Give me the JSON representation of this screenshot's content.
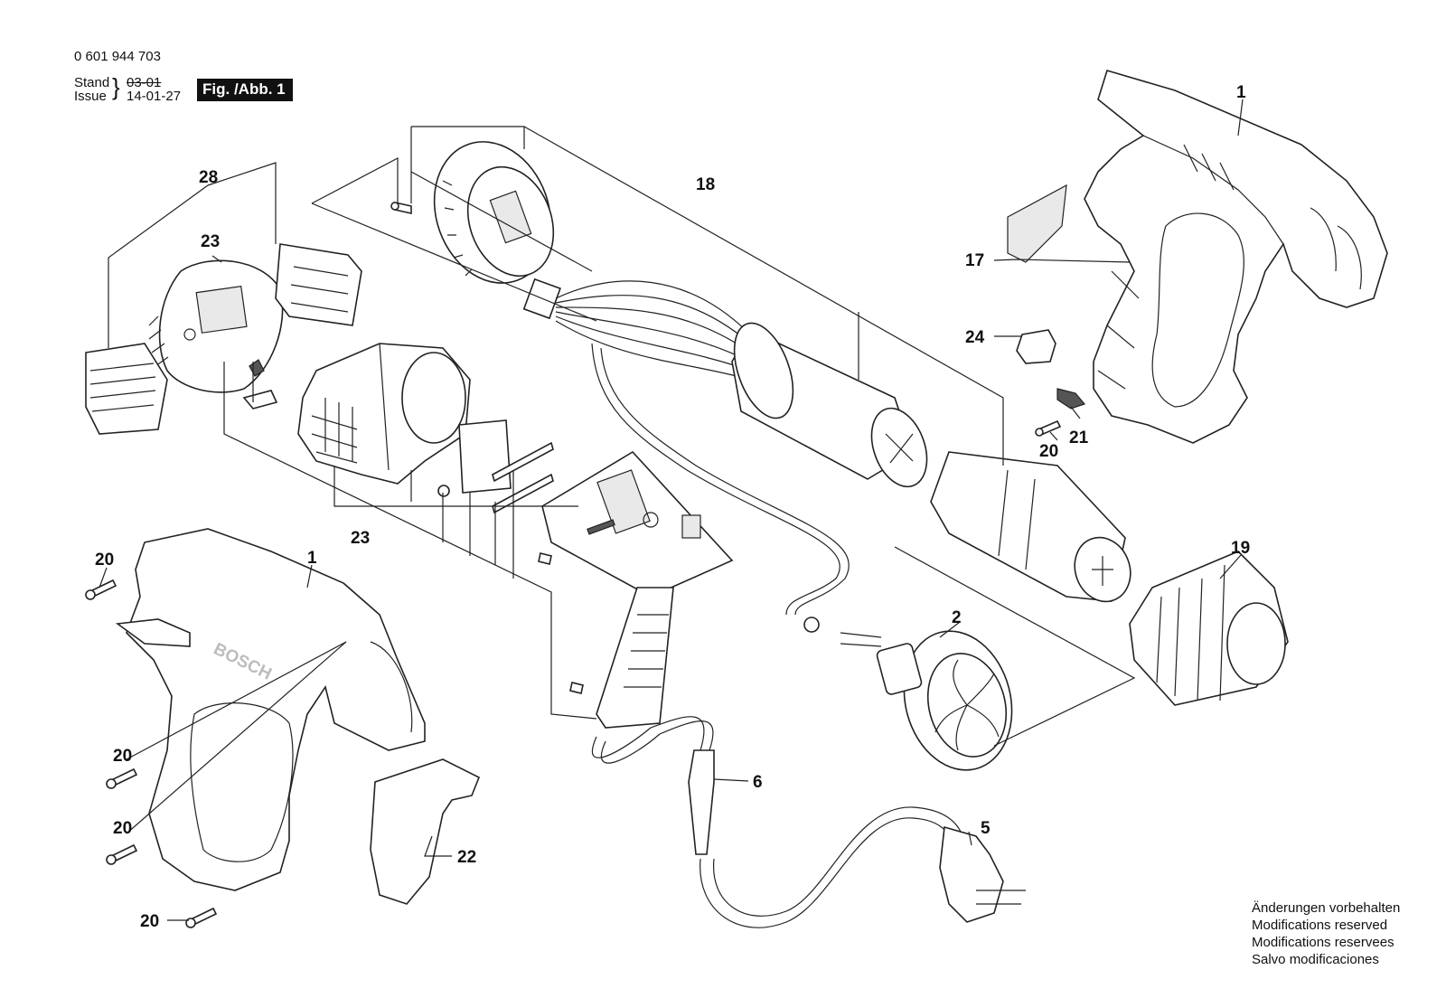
{
  "header": {
    "part_number": "0 601 944 703",
    "stand_label": "Stand",
    "issue_label": "Issue",
    "stand_date": "03-01",
    "issue_date": "14-01-27",
    "figure_label": "Fig. /Abb. 1"
  },
  "callouts": {
    "c1_top": "1",
    "c1_bottom": "1",
    "c2": "2",
    "c5": "5",
    "c6": "6",
    "c17": "17",
    "c18": "18",
    "c19": "19",
    "c20_a": "20",
    "c20_b": "20",
    "c20_c": "20",
    "c20_d": "20",
    "c20_e": "20",
    "c21": "21",
    "c22": "22",
    "c23_top": "23",
    "c23_bottom": "23",
    "c24": "24",
    "c28": "28"
  },
  "brand_text": "BOSCH",
  "notes": {
    "line1": "Änderungen vorbehalten",
    "line2": "Modifications reserved",
    "line3": "Modifications reservees",
    "line4": "Salvo modificaciones"
  }
}
